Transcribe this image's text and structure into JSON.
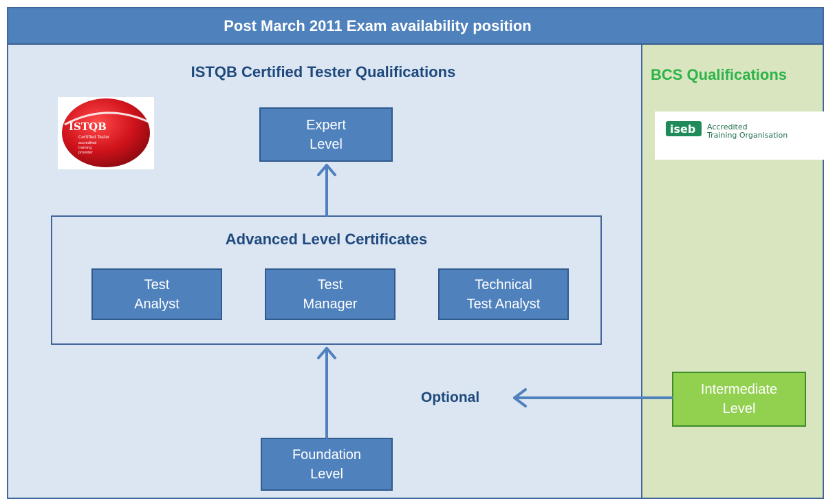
{
  "header": {
    "title": "Post March 2011 Exam availability position"
  },
  "istqb": {
    "title": "ISTQB Certified Tester Qualifications",
    "logo": {
      "text": "ISTQB",
      "sub": [
        "Certified Tester",
        "accredited",
        "training",
        "provider"
      ]
    }
  },
  "bcs": {
    "title": "BCS Qualifications",
    "logo": {
      "mark": "iseb",
      "line1": "Accredited",
      "line2": "Training Organisation"
    }
  },
  "expert": {
    "line1": "Expert",
    "line2": "Level"
  },
  "advanced": {
    "title": "Advanced Level Certificates",
    "certs": [
      {
        "line1": "Test",
        "line2": "Analyst"
      },
      {
        "line1": "Test",
        "line2": "Manager"
      },
      {
        "line1": "Technical",
        "line2": "Test Analyst"
      }
    ]
  },
  "foundation": {
    "line1": "Foundation",
    "line2": "Level"
  },
  "optional": {
    "label": "Optional"
  },
  "intermediate": {
    "line1": "Intermediate",
    "line2": "Level"
  },
  "colors": {
    "header_blue": "#4f81bd",
    "panel_blue": "#dce6f2",
    "panel_green": "#d8e5bf",
    "istqb_red": "#d0121b",
    "iseb_green": "#1f8a5a",
    "intermediate_green": "#92d050"
  }
}
